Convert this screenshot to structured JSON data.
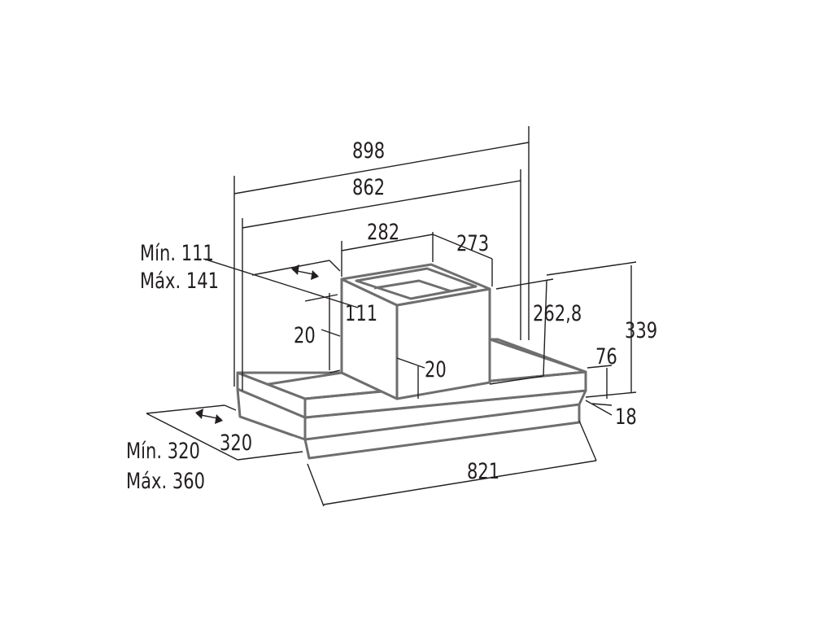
{
  "dimensions": {
    "width_total": "898",
    "width_body": "862",
    "chimney_width": "282",
    "chimney_depth": "273",
    "chimney_height": "262,8",
    "total_height": "339",
    "canopy_height": "76",
    "front_trim": "18",
    "visor_width": "821",
    "depth_320": "320",
    "chimney_offset_111": "111",
    "chimney_side_20": "20",
    "chimney_front_20": "20"
  },
  "ranges": {
    "top_min": "Mín. 111",
    "top_max": "Máx. 141",
    "bottom_min": "Mín. 320",
    "bottom_max": "Máx. 360"
  },
  "colors": {
    "outline": "#6f6e6e",
    "dimension_lines": "#231f20",
    "text": "#231f20",
    "background": "#ffffff"
  }
}
